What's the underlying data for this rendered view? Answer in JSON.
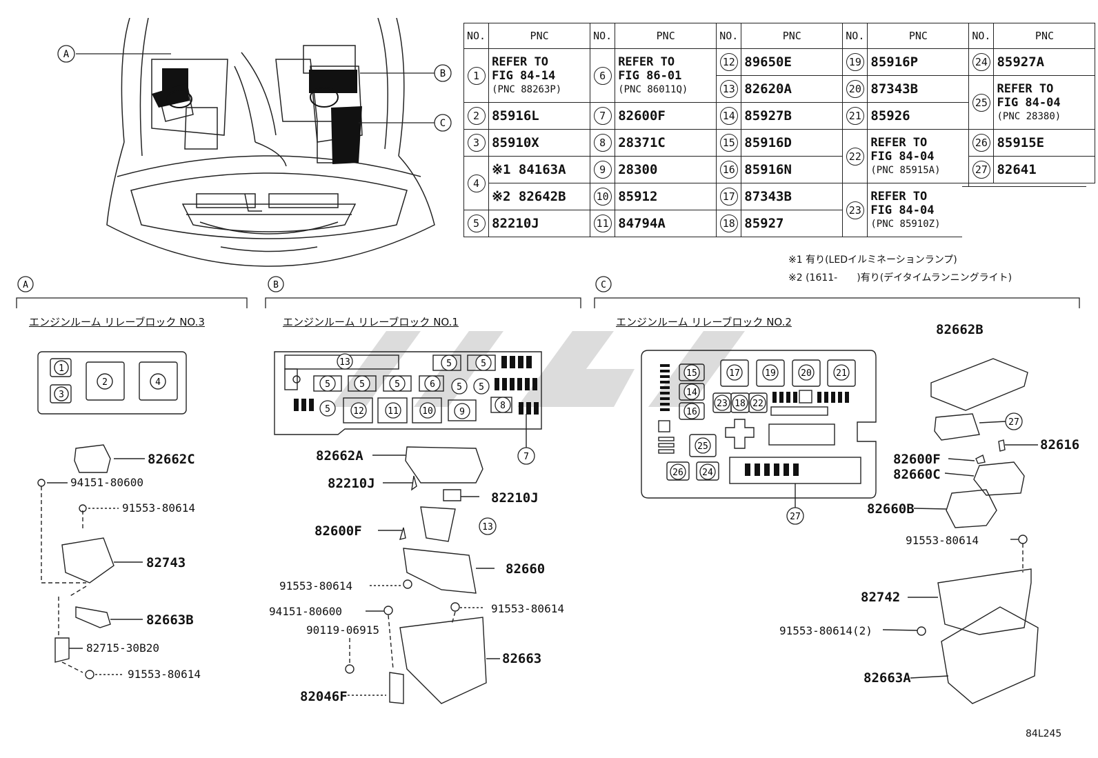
{
  "table": {
    "header_no": "NO.",
    "header_pnc": "PNC",
    "col1": [
      {
        "no": "1",
        "pnc": "REFER TO",
        "pnc2": "FIG 84-14",
        "pnc3": "(PNC 88263P)"
      },
      {
        "no": "2",
        "pnc": "85916L"
      },
      {
        "no": "3",
        "pnc": "85910X"
      },
      {
        "no": "4",
        "pnc": "※1 84163A",
        "pnc2": "※2 82642B"
      },
      {
        "no": "5",
        "pnc": "82210J"
      }
    ],
    "col2": [
      {
        "no": "6",
        "pnc": "REFER TO",
        "pnc2": "FIG 86-01",
        "pnc3": "(PNC 86011Q)"
      },
      {
        "no": "7",
        "pnc": "82600F"
      },
      {
        "no": "8",
        "pnc": "28371C"
      },
      {
        "no": "9",
        "pnc": "28300"
      },
      {
        "no": "10",
        "pnc": "85912"
      },
      {
        "no": "11",
        "pnc": "84794A"
      }
    ],
    "col3": [
      {
        "no": "12",
        "pnc": "89650E"
      },
      {
        "no": "13",
        "pnc": "82620A"
      },
      {
        "no": "14",
        "pnc": "85927B"
      },
      {
        "no": "15",
        "pnc": "85916D"
      },
      {
        "no": "16",
        "pnc": "85916N"
      },
      {
        "no": "17",
        "pnc": "87343B"
      },
      {
        "no": "18",
        "pnc": "85927"
      }
    ],
    "col4": [
      {
        "no": "19",
        "pnc": "85916P"
      },
      {
        "no": "20",
        "pnc": "87343B"
      },
      {
        "no": "21",
        "pnc": "85926"
      },
      {
        "no": "22",
        "pnc": "REFER TO",
        "pnc2": "FIG 84-04",
        "pnc3": "(PNC 85915A)"
      },
      {
        "no": "23",
        "pnc": "REFER TO",
        "pnc2": "FIG 84-04",
        "pnc3": "(PNC 85910Z)"
      }
    ],
    "col5": [
      {
        "no": "24",
        "pnc": "85927A"
      },
      {
        "no": "25",
        "pnc": "REFER TO",
        "pnc2": "FIG 84-04",
        "pnc3": "(PNC 28380)"
      },
      {
        "no": "26",
        "pnc": "85915E"
      },
      {
        "no": "27",
        "pnc": "82641"
      }
    ]
  },
  "notes": {
    "n1": "※1 有り(LEDイルミネーションランプ)",
    "n2": "※2 (1611-　　)有り(デイタイムランニングライト)"
  },
  "sections": {
    "a_letter": "A",
    "a_title": "エンジンルーム リレーブロック NO.3",
    "b_letter": "B",
    "b_title": "エンジンルーム リレーブロック NO.1",
    "c_letter": "C",
    "c_title": "エンジンルーム リレーブロック NO.2"
  },
  "parts_a": {
    "p1": "82662C",
    "p2": "94151-80600",
    "p3": "91553-80614",
    "p4": "82743",
    "p5": "82663B",
    "p6": "82715-30B20",
    "p7": "91553-80614"
  },
  "parts_b": {
    "p1": "82662A",
    "p2": "82210J",
    "p3": "82210J",
    "p4": "82600F",
    "p5": "82660",
    "p6": "91553-80614",
    "p7": "94151-80600",
    "p8": "91553-80614",
    "p9": "90119-06915",
    "p10": "82663",
    "p11": "82046F"
  },
  "parts_c": {
    "p1": "82662B",
    "p2": "82616",
    "p3": "82600F",
    "p4": "82660C",
    "p5": "82660B",
    "p6": "91553-80614",
    "p7": "82742",
    "p8": "91553-80614(2)",
    "p9": "82663A"
  },
  "callouts": {
    "a": [
      "1",
      "2",
      "3",
      "4"
    ],
    "b": [
      "13",
      "5",
      "5",
      "5",
      "5",
      "5",
      "6",
      "5",
      "5",
      "5",
      "12",
      "11",
      "10",
      "9",
      "8",
      "13",
      "7"
    ],
    "c": [
      "15",
      "14",
      "16",
      "17",
      "19",
      "20",
      "21",
      "23",
      "18",
      "22",
      "25",
      "26",
      "24",
      "27",
      "27"
    ]
  },
  "engine_labels": [
    "A",
    "B",
    "C"
  ],
  "diagram_code": "84L245",
  "watermark_color": "#d6d6d6"
}
